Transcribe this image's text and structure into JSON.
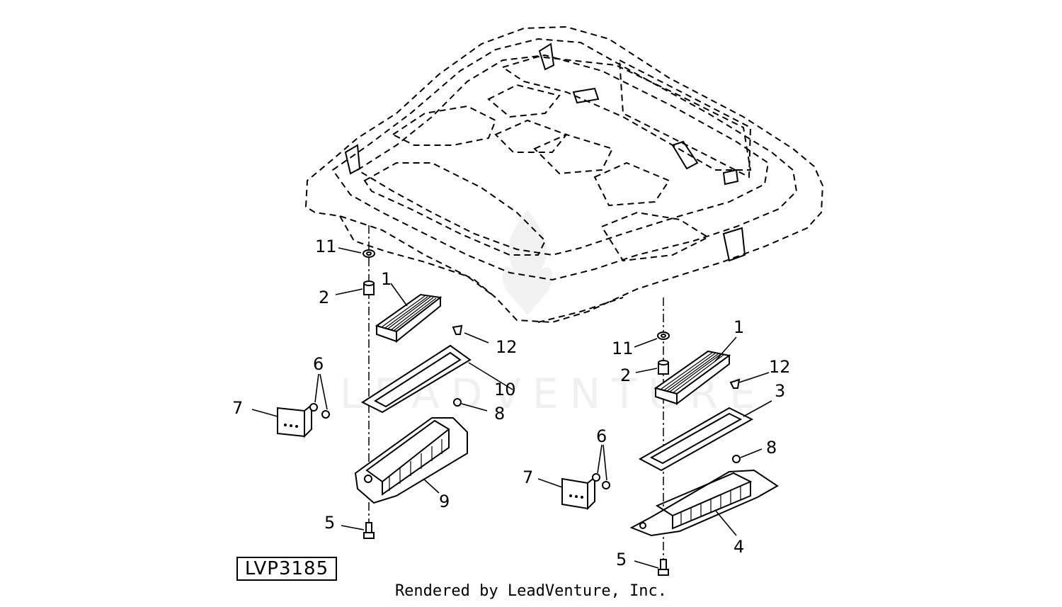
{
  "diagram": {
    "reference_code": "LVP3185",
    "footer_text": "Rendered by LeadVenture, Inc.",
    "watermark_text": "LEADVENTURE",
    "callouts": {
      "left": {
        "c11": "11",
        "c2": "2",
        "c1": "1",
        "c12": "12",
        "c10": "10",
        "c6": "6",
        "c7": "7",
        "c8": "8",
        "c9": "9",
        "c5": "5"
      },
      "right": {
        "c11": "11",
        "c2": "2",
        "c1": "1",
        "c12": "12",
        "c3": "3",
        "c6": "6",
        "c7": "7",
        "c8": "8",
        "c4": "4",
        "c5": "5"
      }
    }
  }
}
